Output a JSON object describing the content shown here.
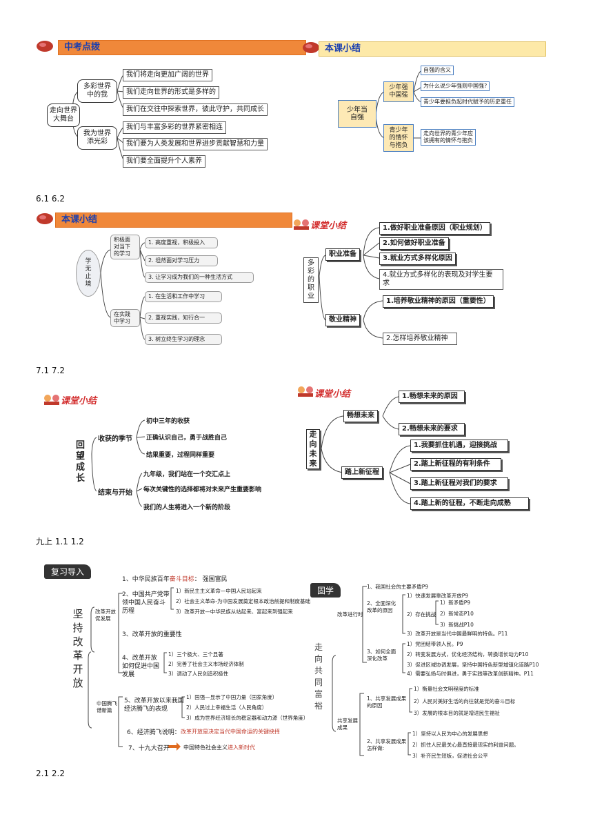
{
  "s1": {
    "banner": "中考点拨",
    "root": "走向世界\n大舞台",
    "b1": "多彩世界\n中的我",
    "b2": "我为世界\n添光彩",
    "leaves": [
      "我们将走向更加广阔的世界",
      "我们走向世界的形式是多样的",
      "我们在交往中探索世界，彼此守护，共同成长",
      "我们与丰富多彩的世界紧密相连",
      "我们要为人类发展和世界进步贡献智慧和力量",
      "我们要全面提升个人素养"
    ]
  },
  "s2": {
    "banner": "本课小结",
    "root": "少年当\n自强",
    "b1": "少年强\n中国强",
    "b2": "青少年\n的情怀\n与抱负",
    "leaves": [
      "自强的含义",
      "为什么说少年强则中国强?",
      "青少年要担负起时代赋予的历史重任"
    ],
    "leaf4": "走向世界的青少年应\n该拥有的情怀与抱负"
  },
  "cap1": "6.1 6.2",
  "s3": {
    "banner": "本课小结",
    "root": "学\n无\n止\n境",
    "b1": "积极面\n对当下\n的学习",
    "b2": "在实践\n中学习",
    "leaves": [
      "1. 高度重视，积极投入",
      "2. 坦然面对学习压力",
      "3. 让学习成为我们的一种生活方式",
      "1. 在生活和工作中学习",
      "2. 重视实践，知行合一",
      "3. 树立终生学习的理念"
    ]
  },
  "s4": {
    "logo": "课堂小结",
    "root": "多\n彩\n的\n职\n业",
    "b1": "职业准备",
    "b2": "敬业精神",
    "leaves": [
      "1.做好职业准备原因（职业规划）",
      "2.如何做好职业准备",
      "3.就业方式多样化原因",
      "4.就业方式多样化的表现及对学生要\n求",
      "1.培养敬业精神的原因（重要性）",
      "2.怎样培养敬业精神"
    ]
  },
  "cap2": "7.1 7.2",
  "s5": {
    "logo": "课堂小结",
    "root": "回\n望\n成\n长",
    "b1": "收获的季节",
    "b2": "结束与开始",
    "leaves": [
      "初中三年的收获",
      "正确认识自己，勇于战胜自己",
      "结果重要，过程同样重要",
      "九年级，我们站在一个交汇点上",
      "每次关键性的选择都将对未来产生重要影响",
      "我们的人生将进入一个新的阶段"
    ]
  },
  "s6": {
    "logo": "课堂小结",
    "root": "走\n向\n未\n来",
    "b1": "畅想未来",
    "b2": "踏上新征程",
    "leaves": [
      "1.畅想未来的原因",
      "2.畅想未来的要求",
      "1.我要抓住机遇，迎接挑战",
      "2.踏上新征程的有利条件",
      "3.踏上新征程对我们的要求",
      "4.踏上新的征程，不断走向成熟"
    ]
  },
  "cap3": "九上  1.1 1.2",
  "s7": {
    "badge": "复习导入",
    "title": "坚\n持\n改\n革\n开\n放",
    "g1": "改革开放\n促发展",
    "g2": "中国腾飞\n谱新篇",
    "i1": "1、中华民族百年",
    "i1r": "奋斗目标",
    "i1b": "：  强国富民",
    "i2": "2、中国共产党带\n领中国人民奋斗\n历程",
    "i2s": [
      "1）新民主主义革命—中国人民站起来",
      "2）社会主义革命-为中国发展奠定根本政治前提和制度基础",
      "3）改革开放—中华民族从站起来、富起来到强起来"
    ],
    "i3": "3、改革开放的重要性",
    "i4": "4、改革开放\n如何促进中国\n发展",
    "i4s": [
      "1）三个极大、三个显著",
      "2）完善了社会主义市场经济体制",
      "3）调动了人民创造积极性"
    ],
    "i5": "5、改革开放以来我国\n经济腾飞的表现",
    "i5s": [
      "1）国强—显示了中国力量（国家角度）",
      "2）人民过上幸福生活（人民角度）",
      "3）成为世界经济增长的稳定器和动力源（世界角度）"
    ],
    "i6": "6、经济腾飞说明：",
    "i6r": "改革开放是决定当代中国命运的关键抉择",
    "i7": "7、十九大召开",
    "i7r1": "中国特色社会主义",
    "i7r2": "进入新时代"
  },
  "s8": {
    "badge": "固学",
    "title": "走\n向\n共\n同\n富\n裕",
    "g1": "改革进行时",
    "g2": "共享发展\n成果",
    "a1": "1、我国社会的主要矛盾P9",
    "a2": "2、全面深化\n改革的原因",
    "a2a": "1）快速发展靠改革开放P9",
    "a2b": "2）存在挑战",
    "a2bs": [
      "1）新矛盾P9",
      "2）新常态P10",
      "3）新挑战P10"
    ],
    "a2c": "3）改革开放是当代中国最鲜明的特色。P11",
    "a3": "3、如何全面\n深化改革",
    "a3s": [
      "1）党团结带领人民。P9",
      "2）转变发展方式，优化经济结构，转换增长动力P10",
      "3）促进区域协调发展，坚持中国特色新型城镇化道路P10",
      "4）需要弘扬与时俱进，勇于实践等改革创新精神。P11"
    ],
    "b1": "1、共享发展成果\n的原因",
    "b1s": [
      "1）衡量社会文明程度的标准",
      "2）人民对美好生活的向往就是党的奋斗目标",
      "3）发展的根本目的就是增进民生福祉"
    ],
    "b2": "2、共享发展成果\n怎样做:",
    "b2s": [
      "1）坚持以人民为中心的发展思想",
      "2）抓住人民最关心最直接最现实的利益问题。",
      "3）补齐民生短板，促进社会公平"
    ]
  },
  "cap4": "2.1 2.2"
}
